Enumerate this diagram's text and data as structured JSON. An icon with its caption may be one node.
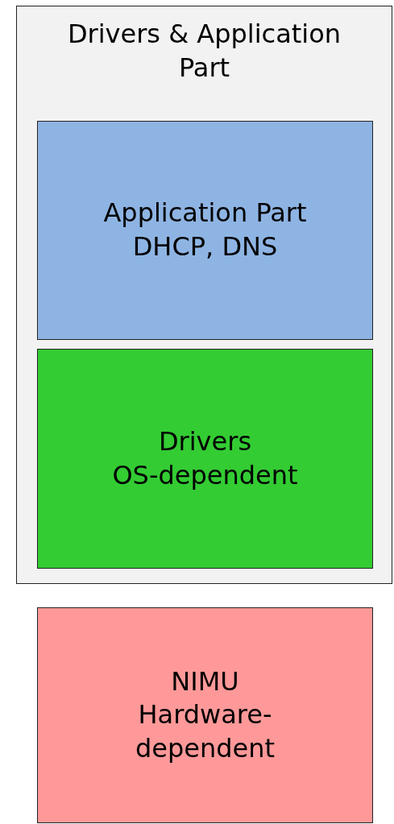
{
  "diagram": {
    "nodes": [
      {
        "text": [
          "Drivers & Application Part"
        ]
      },
      {
        "text": [
          "Application Part",
          "DHCP, DNS"
        ],
        "in": 0
      },
      {
        "text": [
          "Drivers",
          "OS-dependent"
        ],
        "in": 0
      },
      {
        "text": [
          "NIMU",
          "Hardware-dependent"
        ]
      }
    ]
  }
}
